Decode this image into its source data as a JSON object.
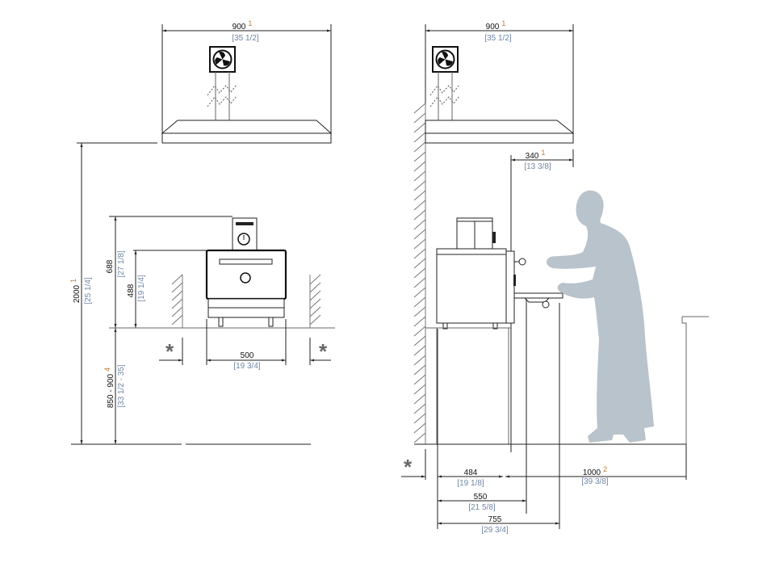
{
  "dimensions": {
    "left_hood_width": {
      "value": "900",
      "imperial": "[35 1/2]",
      "note": "1"
    },
    "total_height": {
      "value": "2000",
      "imperial": "[25 1/4]",
      "note": "1"
    },
    "oven_height": {
      "value": "688",
      "imperial": "[27 1/8]"
    },
    "body_height": {
      "value": "488",
      "imperial": "[19 1/4]"
    },
    "counter_height": {
      "value": "850 - 900",
      "imperial": "[33 1/2 - 35]",
      "note": "4"
    },
    "oven_width": {
      "value": "500",
      "imperial": "[19 3/4]"
    },
    "right_hood_width": {
      "value": "900",
      "imperial": "[35 1/2]",
      "note": "1"
    },
    "hood_overhang": {
      "value": "340",
      "imperial": "[13 3/8]",
      "note": "1"
    },
    "oven_depth": {
      "value": "484",
      "imperial": "[19 1/8]"
    },
    "depth_with_door": {
      "value": "550",
      "imperial": "[21 5/8]"
    },
    "depth_open": {
      "value": "755",
      "imperial": "[29 3/4]"
    },
    "clearance_front": {
      "value": "1000",
      "imperial": "[39 3/8]",
      "note": "2"
    }
  },
  "clearance_marker": "*",
  "colors": {
    "line": "#222222",
    "imperial": "#6f86a6",
    "note": "#c07a35",
    "person": "#b8c3cb"
  }
}
